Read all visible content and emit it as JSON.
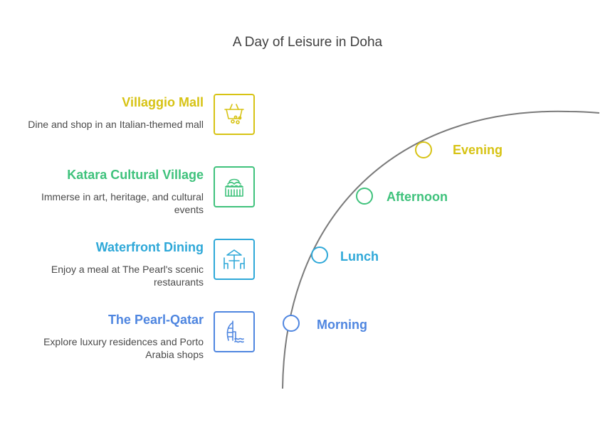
{
  "title": "A Day of Leisure in Doha",
  "colors": {
    "evening": "#d7c314",
    "afternoon": "#3fc27c",
    "lunch": "#2ea8d8",
    "morning": "#4f86e0",
    "curve": "#7a7a7a"
  },
  "activities": [
    {
      "title": "Villaggio Mall",
      "description": "Dine and shop in an Italian-themed mall",
      "icon": "shopping-basket-icon",
      "time": "Evening"
    },
    {
      "title": "Katara Cultural Village",
      "description": "Immerse in art, heritage, and cultural events",
      "icon": "cultural-building-icon",
      "time": "Afternoon"
    },
    {
      "title": "Waterfront Dining",
      "description": "Enjoy a meal at The Pearl's scenic restaurants",
      "icon": "dining-table-icon",
      "time": "Lunch"
    },
    {
      "title": "The Pearl-Qatar",
      "description": "Explore luxury residences and Porto Arabia shops",
      "icon": "sail-tower-icon",
      "time": "Morning"
    }
  ]
}
